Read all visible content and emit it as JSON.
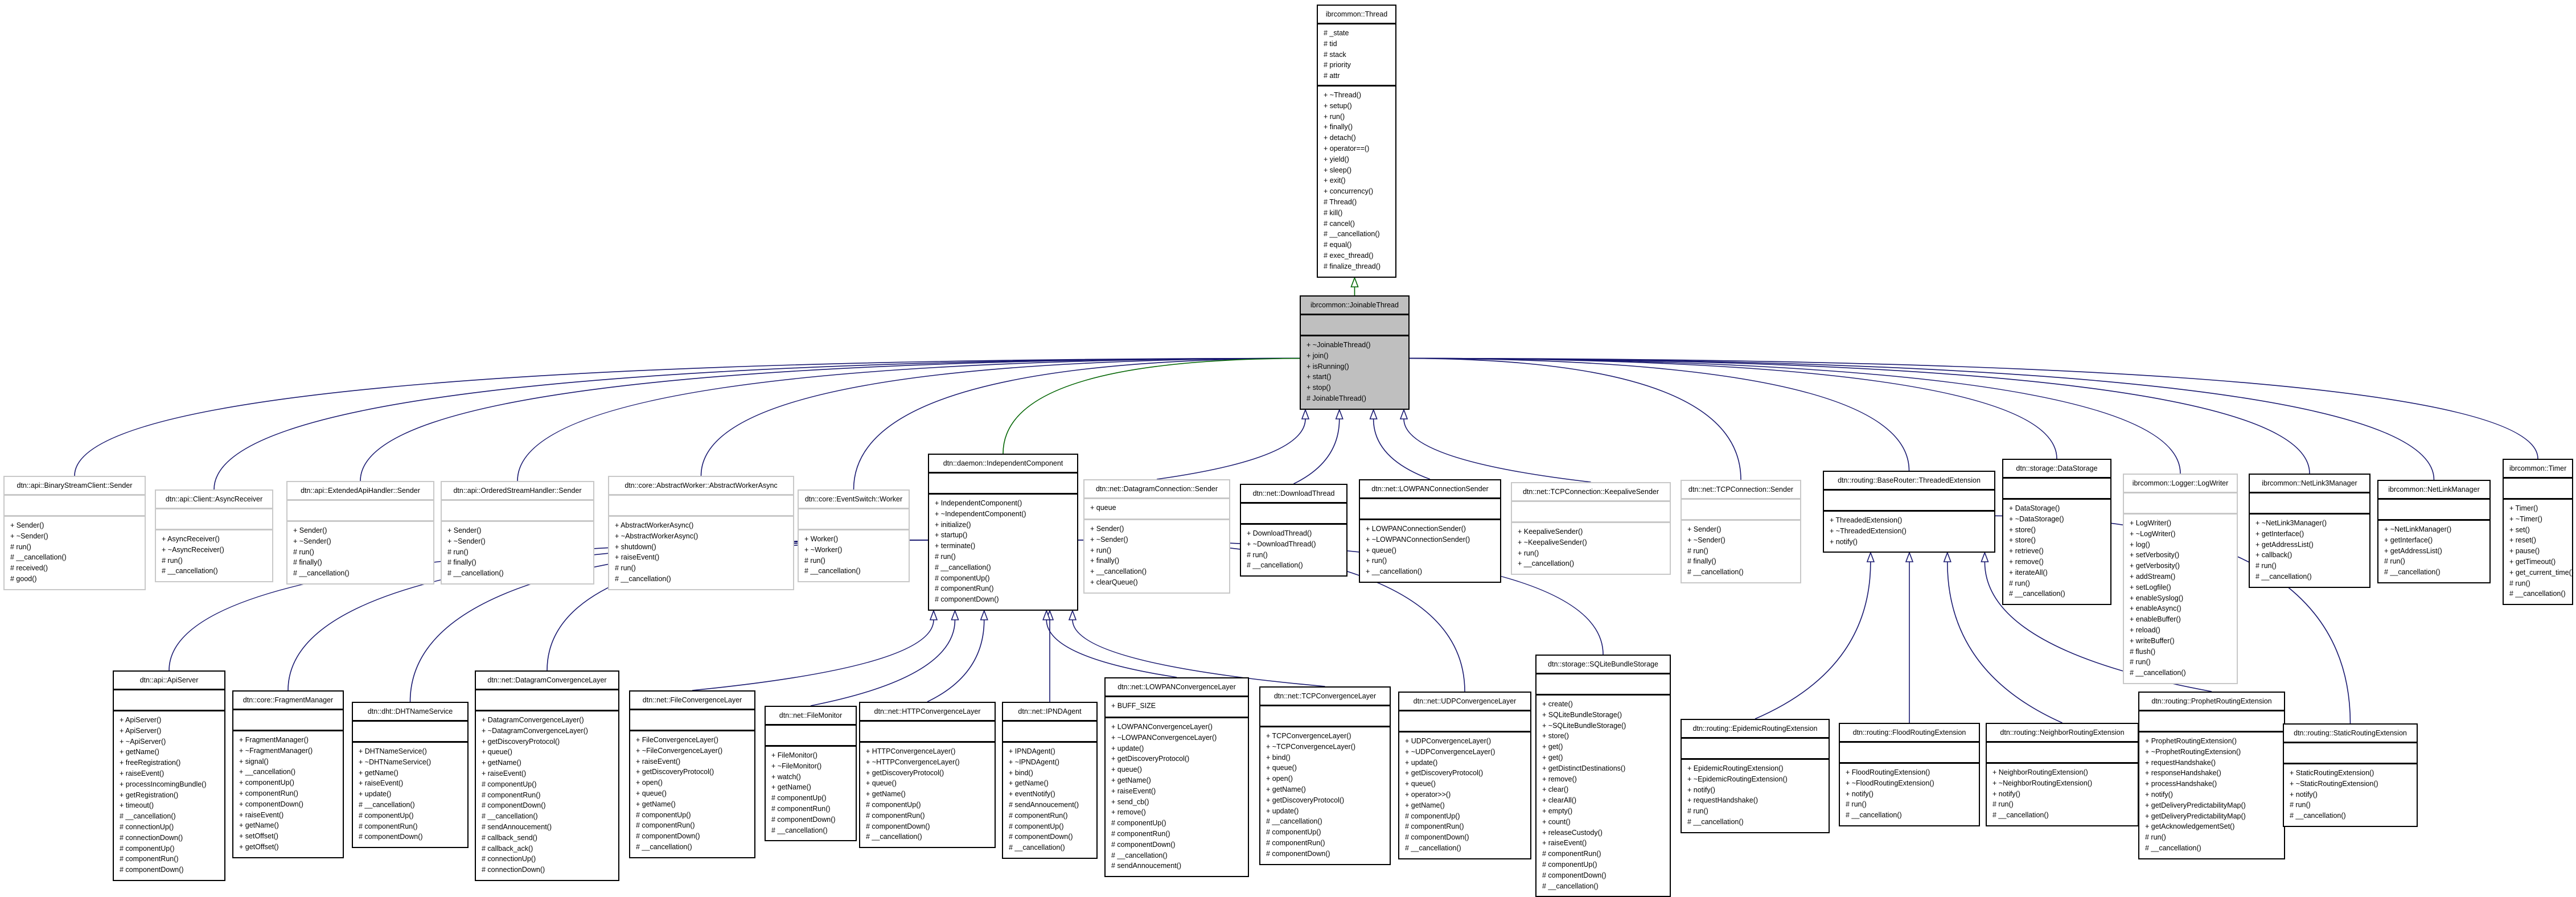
{
  "colors": {
    "public_edge": "#191970",
    "protected_edge": "#006400",
    "highlight_fill": "#bfbfbf"
  },
  "classes": {
    "thread": {
      "name": "ibrcommon::Thread",
      "attrs": [
        "# _state",
        "# tid",
        "# stack",
        "# priority",
        "# attr"
      ],
      "methods": [
        "+ ~Thread()",
        "+ setup()",
        "+ run()",
        "+ finally()",
        "+ detach()",
        "+ operator==()",
        "+ yield()",
        "+ sleep()",
        "+ exit()",
        "+ concurrency()",
        "# Thread()",
        "# kill()",
        "# cancel()",
        "# __cancellation()",
        "# equal()",
        "# exec_thread()",
        "# finalize_thread()"
      ]
    },
    "joinable": {
      "name": "ibrcommon::JoinableThread",
      "attrs": [],
      "methods": [
        "+ ~JoinableThread()",
        "+ join()",
        "+ isRunning()",
        "+ start()",
        "+ stop()",
        "# JoinableThread()"
      ]
    },
    "bsc_sender": {
      "name": "dtn::api::BinaryStreamClient::Sender",
      "attrs": [],
      "methods": [
        "+ Sender()",
        "+ ~Sender()",
        "# run()",
        "# __cancellation()",
        "# received()",
        "# good()"
      ]
    },
    "async_receiver": {
      "name": "dtn::api::Client::AsyncReceiver",
      "attrs": [],
      "methods": [
        "+ AsyncReceiver()",
        "+ ~AsyncReceiver()",
        "# run()",
        "# __cancellation()"
      ]
    },
    "ext_sender": {
      "name": "dtn::api::ExtendedApiHandler::Sender",
      "attrs": [],
      "methods": [
        "+ Sender()",
        "+ ~Sender()",
        "# run()",
        "# finally()",
        "# __cancellation()"
      ]
    },
    "osh_sender": {
      "name": "dtn::api::OrderedStreamHandler::Sender",
      "attrs": [],
      "methods": [
        "+ Sender()",
        "+ ~Sender()",
        "# run()",
        "# finally()",
        "# __cancellation()"
      ]
    },
    "aw_async": {
      "name": "dtn::core::AbstractWorker::AbstractWorkerAsync",
      "attrs": [],
      "methods": [
        "+ AbstractWorkerAsync()",
        "+ ~AbstractWorkerAsync()",
        "+ shutdown()",
        "+ raiseEvent()",
        "# run()",
        "# __cancellation()"
      ]
    },
    "es_worker": {
      "name": "dtn::core::EventSwitch::Worker",
      "attrs": [],
      "methods": [
        "+ Worker()",
        "+ ~Worker()",
        "# run()",
        "# __cancellation()"
      ]
    },
    "indep": {
      "name": "dtn::daemon::IndependentComponent",
      "attrs": [],
      "methods": [
        "+ IndependentComponent()",
        "+ ~IndependentComponent()",
        "+ initialize()",
        "+ startup()",
        "+ terminate()",
        "# run()",
        "# __cancellation()",
        "# componentUp()",
        "# componentRun()",
        "# componentDown()"
      ]
    },
    "dc_sender": {
      "name": "dtn::net::DatagramConnection::Sender",
      "attrs": [
        "+ queue"
      ],
      "methods": [
        "+ Sender()",
        "+ ~Sender()",
        "+ run()",
        "+ finally()",
        "+ __cancellation()",
        "+ clearQueue()"
      ]
    },
    "download": {
      "name": "dtn::net::DownloadThread",
      "attrs": [],
      "methods": [
        "+ DownloadThread()",
        "+ ~DownloadThread()",
        "# run()",
        "# __cancellation()"
      ]
    },
    "lowpan_sender": {
      "name": "dtn::net::LOWPANConnectionSender",
      "attrs": [],
      "methods": [
        "+ LOWPANConnectionSender()",
        "+ ~LOWPANConnectionSender()",
        "+ queue()",
        "+ run()",
        "+ __cancellation()"
      ]
    },
    "keepalive": {
      "name": "dtn::net::TCPConnection::KeepaliveSender",
      "attrs": [],
      "methods": [
        "+ KeepaliveSender()",
        "+ ~KeepaliveSender()",
        "+ run()",
        "+ __cancellation()"
      ]
    },
    "tcp_sender": {
      "name": "dtn::net::TCPConnection::Sender",
      "attrs": [],
      "methods": [
        "+ Sender()",
        "+ ~Sender()",
        "# run()",
        "# finally()",
        "# __cancellation()"
      ]
    },
    "threaded_ext": {
      "name": "dtn::routing::BaseRouter::ThreadedExtension",
      "attrs": [],
      "methods": [
        "+ ThreadedExtension()",
        "+ ~ThreadedExtension()",
        "+ notify()"
      ]
    },
    "datastorage": {
      "name": "dtn::storage::DataStorage",
      "attrs": [],
      "methods": [
        "+ DataStorage()",
        "+ ~DataStorage()",
        "+ store()",
        "+ store()",
        "+ retrieve()",
        "+ remove()",
        "+ iterateAll()",
        "# run()",
        "# __cancellation()"
      ]
    },
    "logwriter": {
      "name": "ibrcommon::Logger::LogWriter",
      "attrs": [],
      "methods": [
        "+ LogWriter()",
        "+ ~LogWriter()",
        "+ log()",
        "+ setVerbosity()",
        "+ getVerbosity()",
        "+ addStream()",
        "+ setLogfile()",
        "+ enableSyslog()",
        "+ enableAsync()",
        "+ enableBuffer()",
        "+ reload()",
        "+ writeBuffer()",
        "# flush()",
        "# run()",
        "# __cancellation()"
      ]
    },
    "netlink3": {
      "name": "ibrcommon::NetLink3Manager",
      "attrs": [],
      "methods": [
        "+ ~NetLink3Manager()",
        "+ getInterface()",
        "+ getAddressList()",
        "+ callback()",
        "# run()",
        "# __cancellation()"
      ]
    },
    "netlink": {
      "name": "ibrcommon::NetLinkManager",
      "attrs": [],
      "methods": [
        "+ ~NetLinkManager()",
        "+ getInterface()",
        "+ getAddressList()",
        "# run()",
        "# __cancellation()"
      ]
    },
    "timer": {
      "name": "ibrcommon::Timer",
      "attrs": [],
      "methods": [
        "+ Timer()",
        "+ ~Timer()",
        "+ set()",
        "+ reset()",
        "+ pause()",
        "+ getTimeout()",
        "+ get_current_time()",
        "# run()",
        "# __cancellation()"
      ]
    },
    "apiserver": {
      "name": "dtn::api::ApiServer",
      "attrs": [],
      "methods": [
        "+ ApiServer()",
        "+ ApiServer()",
        "+ ~ApiServer()",
        "+ getName()",
        "+ freeRegistration()",
        "+ raiseEvent()",
        "+ processIncomingBundle()",
        "+ getRegistration()",
        "+ timeout()",
        "# __cancellation()",
        "# connectionUp()",
        "# connectionDown()",
        "# componentUp()",
        "# componentRun()",
        "# componentDown()"
      ]
    },
    "fragment": {
      "name": "dtn::core::FragmentManager",
      "attrs": [],
      "methods": [
        "+ FragmentManager()",
        "+ ~FragmentManager()",
        "+ signal()",
        "+ __cancellation()",
        "+ componentUp()",
        "+ componentRun()",
        "+ componentDown()",
        "+ raiseEvent()",
        "+ getName()",
        "+ setOffset()",
        "+ getOffset()"
      ]
    },
    "dht": {
      "name": "dtn::dht::DHTNameService",
      "attrs": [],
      "methods": [
        "+ DHTNameService()",
        "+ ~DHTNameService()",
        "+ getName()",
        "+ raiseEvent()",
        "+ update()",
        "# __cancellation()",
        "# componentUp()",
        "# componentRun()",
        "# componentDown()"
      ]
    },
    "datagram_cl": {
      "name": "dtn::net::DatagramConvergenceLayer",
      "attrs": [],
      "methods": [
        "+ DatagramConvergenceLayer()",
        "+ ~DatagramConvergenceLayer()",
        "+ getDiscoveryProtocol()",
        "+ queue()",
        "+ getName()",
        "+ raiseEvent()",
        "# componentUp()",
        "# componentRun()",
        "# componentDown()",
        "# __cancellation()",
        "# sendAnnoucement()",
        "# callback_send()",
        "# callback_ack()",
        "# connectionUp()",
        "# connectionDown()"
      ]
    },
    "file_cl": {
      "name": "dtn::net::FileConvergenceLayer",
      "attrs": [],
      "methods": [
        "+ FileConvergenceLayer()",
        "+ ~FileConvergenceLayer()",
        "+ raiseEvent()",
        "+ getDiscoveryProtocol()",
        "+ open()",
        "+ queue()",
        "+ getName()",
        "# componentUp()",
        "# componentRun()",
        "# componentDown()",
        "# __cancellation()"
      ]
    },
    "filemonitor": {
      "name": "dtn::net::FileMonitor",
      "attrs": [],
      "methods": [
        "+ FileMonitor()",
        "+ ~FileMonitor()",
        "+ watch()",
        "+ getName()",
        "# componentUp()",
        "# componentRun()",
        "# componentDown()",
        "# __cancellation()"
      ]
    },
    "http_cl": {
      "name": "dtn::net::HTTPConvergenceLayer",
      "attrs": [],
      "methods": [
        "+ HTTPConvergenceLayer()",
        "+ ~HTTPConvergenceLayer()",
        "+ getDiscoveryProtocol()",
        "+ queue()",
        "+ getName()",
        "# componentUp()",
        "# componentRun()",
        "# componentDown()",
        "# __cancellation()"
      ]
    },
    "ipnd": {
      "name": "dtn::net::IPNDAgent",
      "attrs": [],
      "methods": [
        "+ IPNDAgent()",
        "+ ~IPNDAgent()",
        "+ bind()",
        "+ getName()",
        "+ eventNotify()",
        "# sendAnnoucement()",
        "# componentRun()",
        "# componentUp()",
        "# componentDown()",
        "# __cancellation()"
      ]
    },
    "lowpan_cl": {
      "name": "dtn::net::LOWPANConvergenceLayer",
      "attrs": [
        "+ BUFF_SIZE"
      ],
      "methods": [
        "+ LOWPANConvergenceLayer()",
        "+ ~LOWPANConvergenceLayer()",
        "+ update()",
        "+ getDiscoveryProtocol()",
        "+ queue()",
        "+ getName()",
        "+ raiseEvent()",
        "+ send_cb()",
        "+ remove()",
        "# componentUp()",
        "# componentRun()",
        "# componentDown()",
        "# __cancellation()",
        "# sendAnnoucement()"
      ]
    },
    "tcp_cl": {
      "name": "dtn::net::TCPConvergenceLayer",
      "attrs": [],
      "methods": [
        "+ TCPConvergenceLayer()",
        "+ ~TCPConvergenceLayer()",
        "+ bind()",
        "+ queue()",
        "+ open()",
        "+ getName()",
        "+ getDiscoveryProtocol()",
        "+ update()",
        "# __cancellation()",
        "# componentUp()",
        "# componentRun()",
        "# componentDown()"
      ]
    },
    "udp_cl": {
      "name": "dtn::net::UDPConvergenceLayer",
      "attrs": [],
      "methods": [
        "+ UDPConvergenceLayer()",
        "+ ~UDPConvergenceLayer()",
        "+ update()",
        "+ getDiscoveryProtocol()",
        "+ queue()",
        "+ operator>>()",
        "+ getName()",
        "# componentUp()",
        "# componentRun()",
        "# componentDown()",
        "# __cancellation()"
      ]
    },
    "sqlite": {
      "name": "dtn::storage::SQLiteBundleStorage",
      "attrs": [],
      "methods": [
        "+ create()",
        "+ SQLiteBundleStorage()",
        "+ ~SQLiteBundleStorage()",
        "+ store()",
        "+ get()",
        "+ get()",
        "+ getDistinctDestinations()",
        "+ remove()",
        "+ clear()",
        "+ clearAll()",
        "+ empty()",
        "+ count()",
        "+ releaseCustody()",
        "+ raiseEvent()",
        "# componentRun()",
        "# componentUp()",
        "# componentDown()",
        "# __cancellation()"
      ]
    },
    "epidemic": {
      "name": "dtn::routing::EpidemicRoutingExtension",
      "attrs": [],
      "methods": [
        "+ EpidemicRoutingExtension()",
        "+ ~EpidemicRoutingExtension()",
        "+ notify()",
        "+ requestHandshake()",
        "# run()",
        "# __cancellation()"
      ]
    },
    "flood": {
      "name": "dtn::routing::FloodRoutingExtension",
      "attrs": [],
      "methods": [
        "+ FloodRoutingExtension()",
        "+ ~FloodRoutingExtension()",
        "+ notify()",
        "# run()",
        "# __cancellation()"
      ]
    },
    "neighbor": {
      "name": "dtn::routing::NeighborRoutingExtension",
      "attrs": [],
      "methods": [
        "+ NeighborRoutingExtension()",
        "+ ~NeighborRoutingExtension()",
        "+ notify()",
        "# run()",
        "# __cancellation()"
      ]
    },
    "prophet": {
      "name": "dtn::routing::ProphetRoutingExtension",
      "attrs": [],
      "methods": [
        "+ ProphetRoutingExtension()",
        "+ ~ProphetRoutingExtension()",
        "+ requestHandshake()",
        "+ responseHandshake()",
        "+ processHandshake()",
        "+ notify()",
        "+ getDeliveryPredictabilityMap()",
        "+ getDeliveryPredictabilityMap()",
        "+ getAcknowledgementSet()",
        "# run()",
        "# __cancellation()"
      ]
    },
    "static": {
      "name": "dtn::routing::StaticRoutingExtension",
      "attrs": [],
      "methods": [
        "+ StaticRoutingExtension()",
        "+ ~StaticRoutingExtension()",
        "+ notify()",
        "# run()",
        "# __cancellation()"
      ]
    }
  },
  "inheritance": [
    {
      "child": "joinable",
      "parent": "thread",
      "kind": "protected"
    },
    {
      "child": "bsc_sender",
      "parent": "joinable",
      "kind": "public"
    },
    {
      "child": "async_receiver",
      "parent": "joinable",
      "kind": "public"
    },
    {
      "child": "ext_sender",
      "parent": "joinable",
      "kind": "public"
    },
    {
      "child": "osh_sender",
      "parent": "joinable",
      "kind": "public"
    },
    {
      "child": "aw_async",
      "parent": "joinable",
      "kind": "public"
    },
    {
      "child": "es_worker",
      "parent": "joinable",
      "kind": "public"
    },
    {
      "child": "indep",
      "parent": "joinable",
      "kind": "protected"
    },
    {
      "child": "dc_sender",
      "parent": "joinable",
      "kind": "public"
    },
    {
      "child": "download",
      "parent": "joinable",
      "kind": "public"
    },
    {
      "child": "lowpan_sender",
      "parent": "joinable",
      "kind": "public"
    },
    {
      "child": "keepalive",
      "parent": "joinable",
      "kind": "public"
    },
    {
      "child": "tcp_sender",
      "parent": "joinable",
      "kind": "public"
    },
    {
      "child": "threaded_ext",
      "parent": "joinable",
      "kind": "public"
    },
    {
      "child": "datastorage",
      "parent": "joinable",
      "kind": "public"
    },
    {
      "child": "logwriter",
      "parent": "joinable",
      "kind": "public"
    },
    {
      "child": "netlink3",
      "parent": "joinable",
      "kind": "public"
    },
    {
      "child": "netlink",
      "parent": "joinable",
      "kind": "public"
    },
    {
      "child": "timer",
      "parent": "joinable",
      "kind": "public"
    },
    {
      "child": "apiserver",
      "parent": "indep",
      "kind": "public"
    },
    {
      "child": "fragment",
      "parent": "indep",
      "kind": "public"
    },
    {
      "child": "dht",
      "parent": "indep",
      "kind": "public"
    },
    {
      "child": "datagram_cl",
      "parent": "indep",
      "kind": "public"
    },
    {
      "child": "file_cl",
      "parent": "indep",
      "kind": "public"
    },
    {
      "child": "filemonitor",
      "parent": "indep",
      "kind": "public"
    },
    {
      "child": "http_cl",
      "parent": "indep",
      "kind": "public"
    },
    {
      "child": "ipnd",
      "parent": "indep",
      "kind": "public"
    },
    {
      "child": "lowpan_cl",
      "parent": "indep",
      "kind": "public"
    },
    {
      "child": "tcp_cl",
      "parent": "indep",
      "kind": "public"
    },
    {
      "child": "udp_cl",
      "parent": "indep",
      "kind": "public"
    },
    {
      "child": "sqlite",
      "parent": "indep",
      "kind": "public"
    },
    {
      "child": "epidemic",
      "parent": "threaded_ext",
      "kind": "public"
    },
    {
      "child": "flood",
      "parent": "threaded_ext",
      "kind": "public"
    },
    {
      "child": "neighbor",
      "parent": "threaded_ext",
      "kind": "public"
    },
    {
      "child": "prophet",
      "parent": "threaded_ext",
      "kind": "public"
    },
    {
      "child": "static",
      "parent": "threaded_ext",
      "kind": "public"
    }
  ]
}
